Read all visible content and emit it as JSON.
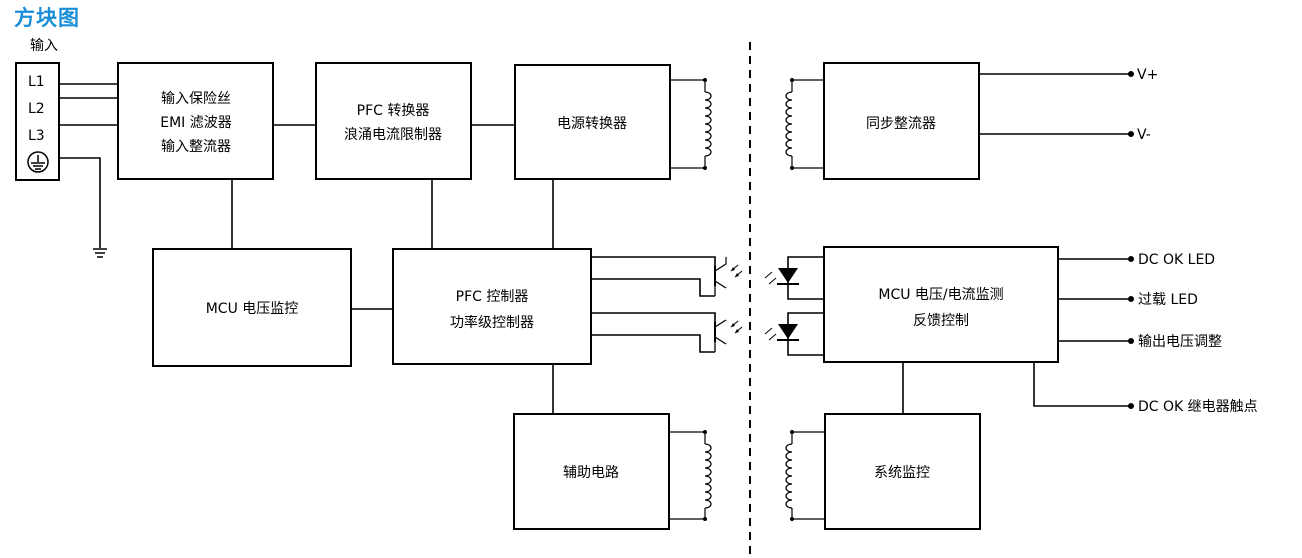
{
  "title": "方块图",
  "input_label": "输入",
  "inputs": [
    "L1",
    "L2",
    "L3"
  ],
  "blocks": {
    "input_fuse": [
      "输入保险丝",
      "EMI 滤波器",
      "输入整流器"
    ],
    "pfc_converter": [
      "PFC 转换器",
      "浪涌电流限制器"
    ],
    "power_converter": [
      "电源转换器"
    ],
    "sync_rectifier": [
      "同步整流器"
    ],
    "mcu_voltage": [
      "MCU 电压监控"
    ],
    "pfc_controller": [
      "PFC 控制器",
      "功率级控制器"
    ],
    "mcu_feedback": [
      "MCU 电压/电流监测",
      "反馈控制"
    ],
    "aux_circuit": [
      "辅助电路"
    ],
    "system_monitor": [
      "系统监控"
    ]
  },
  "outputs": {
    "vplus": "V+",
    "vminus": "V-",
    "dc_ok_led": "DC OK LED",
    "overload_led": "过载 LED",
    "output_adjust": "输出电压调整",
    "dc_ok_relay": "DC OK 继电器触点"
  }
}
